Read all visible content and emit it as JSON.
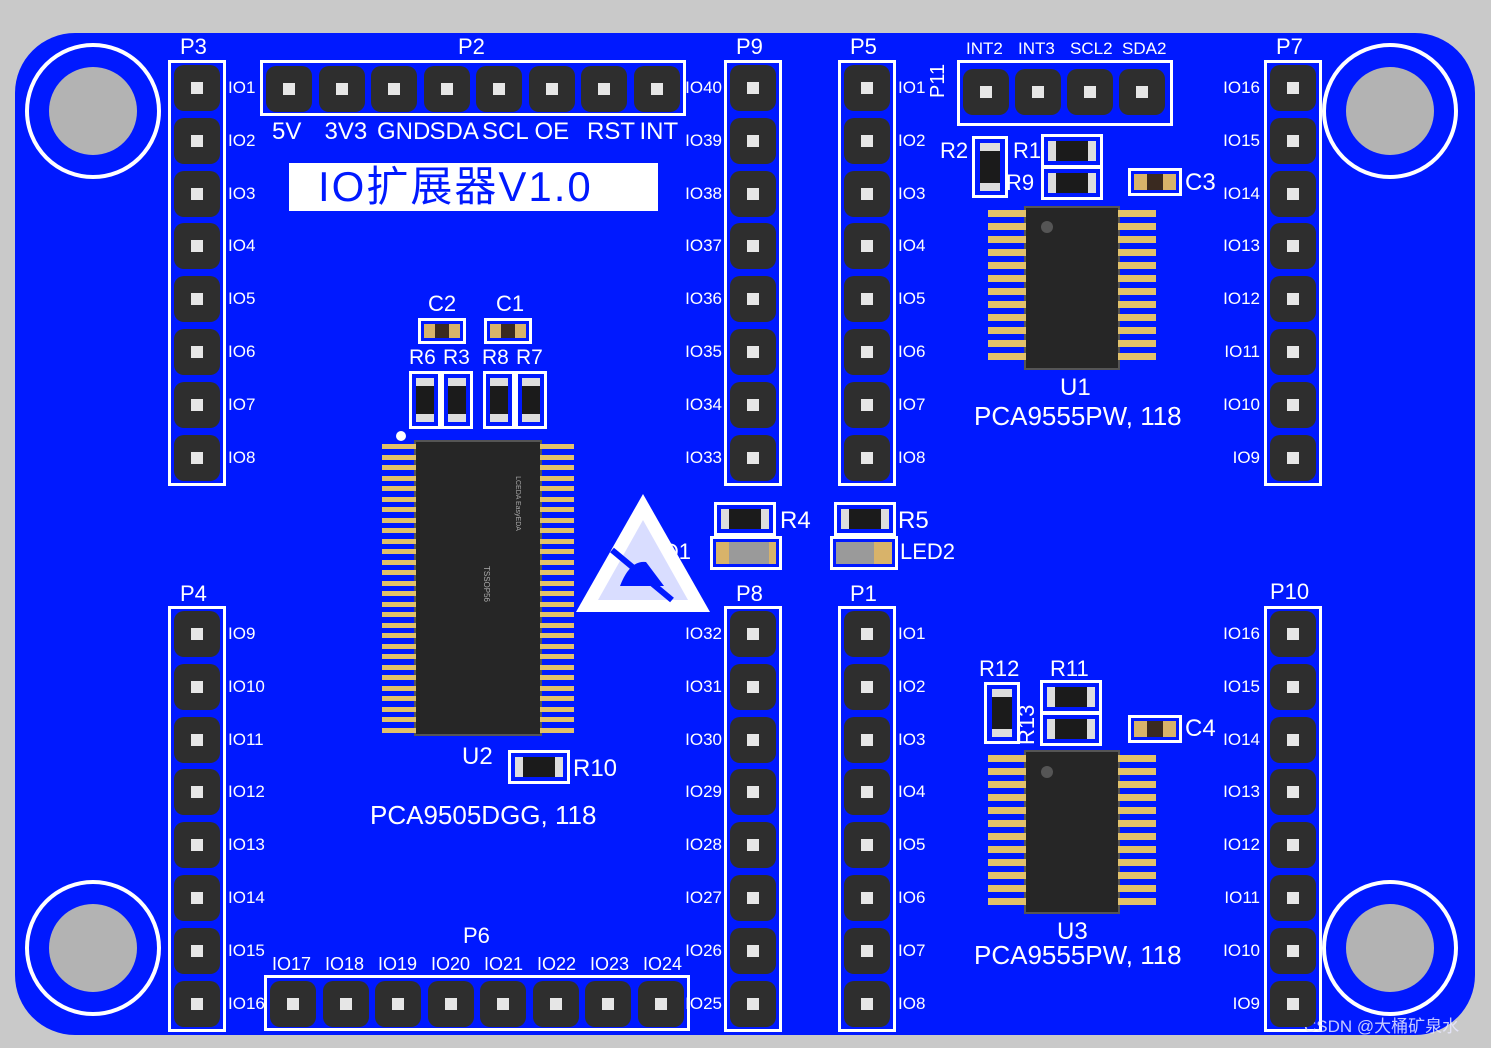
{
  "board_title": "IO扩展器V1.0",
  "headers": {
    "P3": {
      "name": "P3",
      "pins": [
        "IO1",
        "IO2",
        "IO3",
        "IO4",
        "IO5",
        "IO6",
        "IO7",
        "IO8"
      ]
    },
    "P4": {
      "name": "P4",
      "pins": [
        "IO9",
        "IO10",
        "IO11",
        "IO12",
        "IO13",
        "IO14",
        "IO15",
        "IO16"
      ]
    },
    "P2": {
      "name": "P2",
      "pins": [
        "5V",
        "3V3",
        "GND",
        "SDA",
        "SCL",
        "OE",
        "RST",
        "INT"
      ]
    },
    "P6": {
      "name": "P6",
      "pins": [
        "IO17",
        "IO18",
        "IO19",
        "IO20",
        "IO21",
        "IO22",
        "IO23",
        "IO24"
      ]
    },
    "P9": {
      "name": "P9",
      "pins": [
        "IO40",
        "IO39",
        "IO38",
        "IO37",
        "IO36",
        "IO35",
        "IO34",
        "IO33"
      ]
    },
    "P8": {
      "name": "P8",
      "pins": [
        "IO32",
        "IO31",
        "IO30",
        "IO29",
        "IO28",
        "IO27",
        "IO26",
        "IO25"
      ]
    },
    "P5": {
      "name": "P5",
      "pins": [
        "IO1",
        "IO2",
        "IO3",
        "IO4",
        "IO5",
        "IO6",
        "IO7",
        "IO8"
      ]
    },
    "P1": {
      "name": "P1",
      "pins": [
        "IO1",
        "IO2",
        "IO3",
        "IO4",
        "IO5",
        "IO6",
        "IO7",
        "IO8"
      ]
    },
    "P11": {
      "name": "P11",
      "pins": [
        "INT2",
        "INT3",
        "SCL2",
        "SDA2"
      ]
    },
    "P7": {
      "name": "P7",
      "pins": [
        "IO16",
        "IO15",
        "IO14",
        "IO13",
        "IO12",
        "IO11",
        "IO10",
        "IO9"
      ]
    },
    "P10": {
      "name": "P10",
      "pins": [
        "IO16",
        "IO15",
        "IO14",
        "IO13",
        "IO12",
        "IO11",
        "IO10",
        "IO9"
      ]
    }
  },
  "chips": {
    "U1": {
      "ref": "U1",
      "part": "PCA9555PW, 118"
    },
    "U2": {
      "ref": "U2",
      "part": "PCA9505DGG, 118",
      "package": "TSSOP56",
      "brand": "LCEDA EasyEDA"
    },
    "U3": {
      "ref": "U3",
      "part": "PCA9555PW, 118"
    }
  },
  "passives": {
    "C1": "C1",
    "C2": "C2",
    "C3": "C3",
    "C4": "C4",
    "R1": "R1",
    "R2": "R2",
    "R3": "R3",
    "R4": "R4",
    "R5": "R5",
    "R6": "R6",
    "R7": "R7",
    "R8": "R8",
    "R9": "R9",
    "R10": "R10",
    "R11": "R11",
    "R12": "R12",
    "R13": "R13",
    "LED1": "LED1",
    "LED2": "LED2",
    "size": "0603"
  },
  "watermark": "CSDN @大桶矿泉水",
  "colors": {
    "board": "#0019ff",
    "silk": "#ffffff",
    "pad": "#e2c16a",
    "background": "#c9c9c9"
  }
}
